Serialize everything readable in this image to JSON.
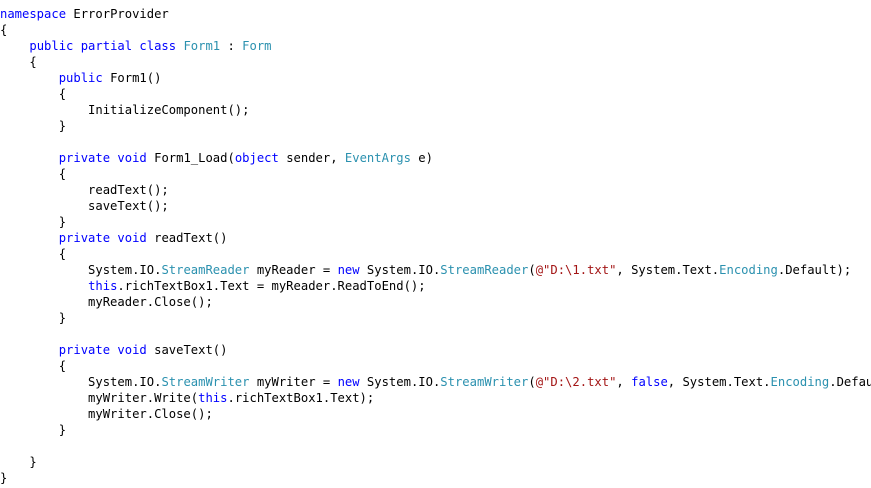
{
  "editor": {
    "colors": {
      "background": "#ffffff",
      "keyword": "#0000ff",
      "type": "#2b91af",
      "string": "#a31515",
      "plain": "#000000"
    },
    "lines": [
      [
        {
          "t": "kw",
          "v": "namespace"
        },
        {
          "t": "plain",
          "v": " ErrorProvider"
        }
      ],
      [
        {
          "t": "plain",
          "v": "{"
        }
      ],
      [
        {
          "t": "plain",
          "v": "    "
        },
        {
          "t": "kw",
          "v": "public partial class"
        },
        {
          "t": "plain",
          "v": " "
        },
        {
          "t": "type",
          "v": "Form1"
        },
        {
          "t": "plain",
          "v": " : "
        },
        {
          "t": "type",
          "v": "Form"
        }
      ],
      [
        {
          "t": "plain",
          "v": "    {"
        }
      ],
      [
        {
          "t": "plain",
          "v": "        "
        },
        {
          "t": "kw",
          "v": "public"
        },
        {
          "t": "plain",
          "v": " Form1()"
        }
      ],
      [
        {
          "t": "plain",
          "v": "        {"
        }
      ],
      [
        {
          "t": "plain",
          "v": "            InitializeComponent();"
        }
      ],
      [
        {
          "t": "plain",
          "v": "        }"
        }
      ],
      [],
      [
        {
          "t": "plain",
          "v": "        "
        },
        {
          "t": "kw",
          "v": "private void"
        },
        {
          "t": "plain",
          "v": " Form1_Load("
        },
        {
          "t": "kw",
          "v": "object"
        },
        {
          "t": "plain",
          "v": " sender, "
        },
        {
          "t": "type",
          "v": "EventArgs"
        },
        {
          "t": "plain",
          "v": " e)"
        }
      ],
      [
        {
          "t": "plain",
          "v": "        {"
        }
      ],
      [
        {
          "t": "plain",
          "v": "            readText();"
        }
      ],
      [
        {
          "t": "plain",
          "v": "            saveText();"
        }
      ],
      [
        {
          "t": "plain",
          "v": "        }"
        }
      ],
      [
        {
          "t": "plain",
          "v": "        "
        },
        {
          "t": "kw",
          "v": "private void"
        },
        {
          "t": "plain",
          "v": " readText()"
        }
      ],
      [
        {
          "t": "plain",
          "v": "        {"
        }
      ],
      [
        {
          "t": "plain",
          "v": "            System.IO."
        },
        {
          "t": "type",
          "v": "StreamReader"
        },
        {
          "t": "plain",
          "v": " myReader = "
        },
        {
          "t": "kw",
          "v": "new"
        },
        {
          "t": "plain",
          "v": " System.IO."
        },
        {
          "t": "type",
          "v": "StreamReader"
        },
        {
          "t": "plain",
          "v": "("
        },
        {
          "t": "str",
          "v": "@\"D:\\1.txt\""
        },
        {
          "t": "plain",
          "v": ", System.Text."
        },
        {
          "t": "type",
          "v": "Encoding"
        },
        {
          "t": "plain",
          "v": ".Default);"
        }
      ],
      [
        {
          "t": "plain",
          "v": "            "
        },
        {
          "t": "kw",
          "v": "this"
        },
        {
          "t": "plain",
          "v": ".richTextBox1.Text = myReader.ReadToEnd();"
        }
      ],
      [
        {
          "t": "plain",
          "v": "            myReader.Close();"
        }
      ],
      [
        {
          "t": "plain",
          "v": "        }"
        }
      ],
      [],
      [
        {
          "t": "plain",
          "v": "        "
        },
        {
          "t": "kw",
          "v": "private void"
        },
        {
          "t": "plain",
          "v": " saveText()"
        }
      ],
      [
        {
          "t": "plain",
          "v": "        {"
        }
      ],
      [
        {
          "t": "plain",
          "v": "            System.IO."
        },
        {
          "t": "type",
          "v": "StreamWriter"
        },
        {
          "t": "plain",
          "v": " myWriter = "
        },
        {
          "t": "kw",
          "v": "new"
        },
        {
          "t": "plain",
          "v": " System.IO."
        },
        {
          "t": "type",
          "v": "StreamWriter"
        },
        {
          "t": "plain",
          "v": "("
        },
        {
          "t": "str",
          "v": "@\"D:\\2.txt\""
        },
        {
          "t": "plain",
          "v": ", "
        },
        {
          "t": "kw",
          "v": "false"
        },
        {
          "t": "plain",
          "v": ", System.Text."
        },
        {
          "t": "type",
          "v": "Encoding"
        },
        {
          "t": "plain",
          "v": ".Default);"
        }
      ],
      [
        {
          "t": "plain",
          "v": "            myWriter.Write("
        },
        {
          "t": "kw",
          "v": "this"
        },
        {
          "t": "plain",
          "v": ".richTextBox1.Text);"
        }
      ],
      [
        {
          "t": "plain",
          "v": "            myWriter.Close();"
        }
      ],
      [
        {
          "t": "plain",
          "v": "        }"
        }
      ],
      [],
      [
        {
          "t": "plain",
          "v": "    }"
        }
      ],
      [
        {
          "t": "plain",
          "v": "}"
        }
      ]
    ]
  }
}
